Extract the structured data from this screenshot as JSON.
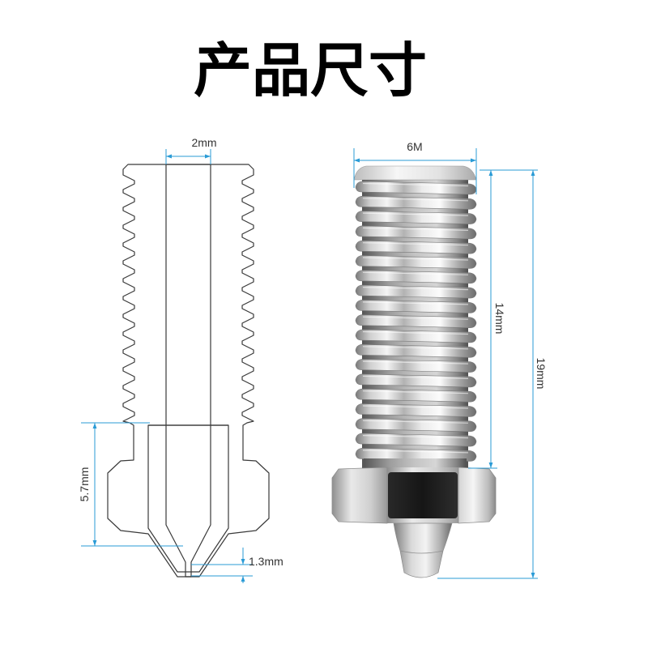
{
  "title": "产品尺寸",
  "colors": {
    "dimension_line": "#2a9bd6",
    "section_outline": "#3a3a3a",
    "hatch": "#4a4a4a",
    "nut_face": "#111111"
  },
  "cross_section": {
    "bore_diameter_label": "2mm",
    "insert_height_label": "5.7mm",
    "tip_length_label": "1.3mm"
  },
  "product_photo": {
    "thread_label": "6M",
    "thread_length_label": "14mm",
    "total_length_label": "19mm"
  }
}
